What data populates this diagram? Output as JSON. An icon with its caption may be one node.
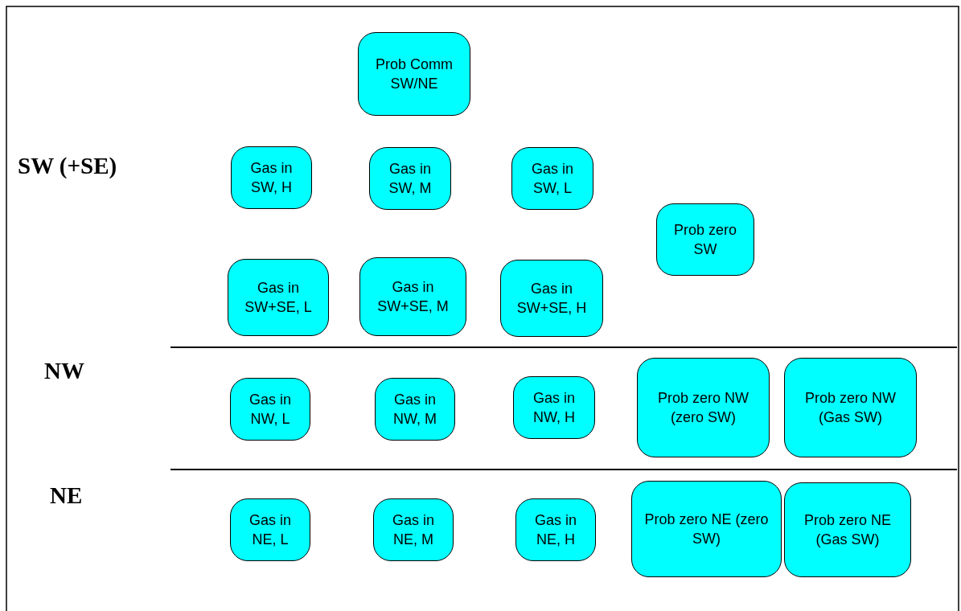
{
  "diagram": {
    "nodes": [
      {
        "text": [
          "Prob Comm SW/NE"
        ]
      },
      {
        "text": [
          "Gas in SW, H"
        ]
      },
      {
        "text": [
          "Gas in SW, M"
        ]
      },
      {
        "text": [
          "Gas in SW, L"
        ]
      },
      {
        "text": [
          "Prob zero SW"
        ]
      },
      {
        "text": [
          "Gas in SW+SE, L"
        ]
      },
      {
        "text": [
          "Gas in SW+SE, M"
        ]
      },
      {
        "text": [
          "Gas in SW+SE, H"
        ]
      },
      {
        "text": [
          "Gas in NW, L"
        ]
      },
      {
        "text": [
          "Gas in NW, M"
        ]
      },
      {
        "text": [
          "Gas in NW, H"
        ]
      },
      {
        "text": [
          "Prob zero NW (zero SW)"
        ]
      },
      {
        "text": [
          "Prob zero NW (Gas SW)"
        ]
      },
      {
        "text": [
          "Gas in NE, L"
        ]
      },
      {
        "text": [
          "Gas in NE, M"
        ]
      },
      {
        "text": [
          "Gas in NE, H"
        ]
      },
      {
        "text": [
          "Prob zero NE (zero SW)"
        ]
      },
      {
        "text": [
          "Prob zero NE (Gas SW)"
        ]
      }
    ],
    "labels": [
      "SW (+SE)",
      "NW",
      "NE"
    ]
  }
}
